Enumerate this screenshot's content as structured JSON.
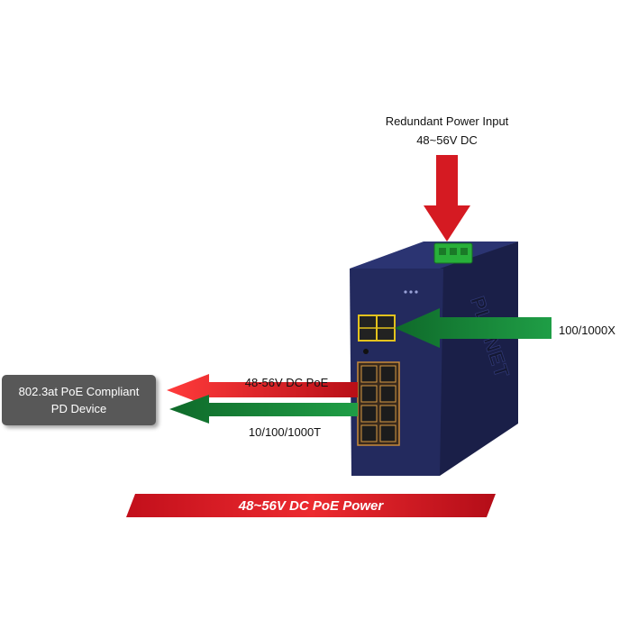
{
  "power_input": {
    "line1": "Redundant Power Input",
    "line2": "48~56V DC"
  },
  "uplink_label": "100/1000X",
  "poe_label": "48-56V DC PoE",
  "data_label": "10/100/1000T",
  "pd_device": {
    "line1": "802.3at PoE Compliant",
    "line2": "PD Device"
  },
  "banner": "48~56V DC PoE Power",
  "brand": "PLANET",
  "colors": {
    "power_arrow": "#d51a22",
    "data_arrow": "#178a3a",
    "switch_body": "#1f2553",
    "pd_box": "#585858"
  }
}
